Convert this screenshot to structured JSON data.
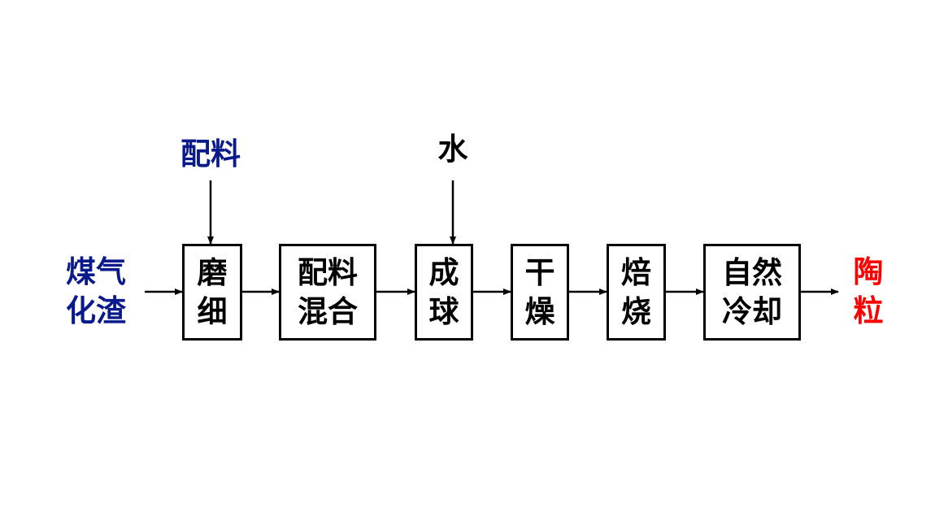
{
  "inputs": {
    "raw_material": {
      "text": "煤气\n化渣",
      "color": "#0a1a8c"
    },
    "additive": {
      "text": "配料",
      "color": "#0a1a8c"
    },
    "water": {
      "text": "水",
      "color": "#000000"
    }
  },
  "steps": [
    {
      "id": "grinding",
      "text": "磨\n细"
    },
    {
      "id": "mixing",
      "text": "配料\n混合"
    },
    {
      "id": "pelletizing",
      "text": "成\n球"
    },
    {
      "id": "drying",
      "text": "干\n燥"
    },
    {
      "id": "roasting",
      "text": "焙\n烧"
    },
    {
      "id": "cooling",
      "text": "自然\n冷却"
    }
  ],
  "output": {
    "text": "陶\n粒",
    "color": "#ff0000"
  }
}
